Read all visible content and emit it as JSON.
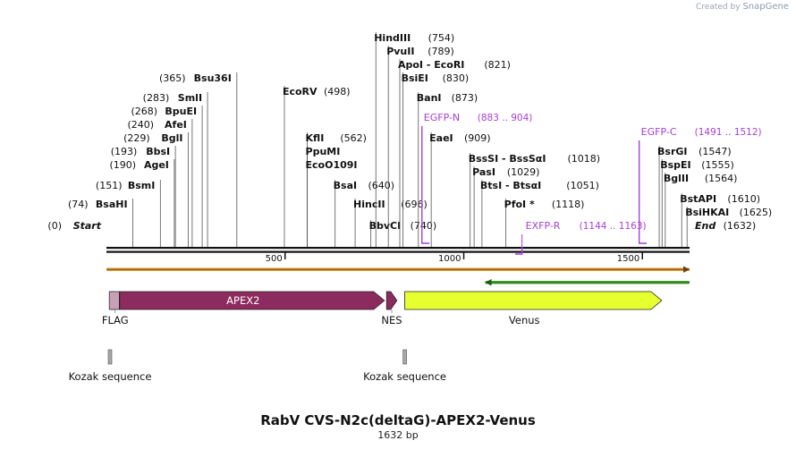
{
  "brand": {
    "prefix": "Created by",
    "name": "SnapGene"
  },
  "title": "RabV CVS-N2c(deltaG)-APEX2-Venus",
  "length_label": "1632 bp",
  "sequence_length": 1632,
  "scale_ticks": [
    "500",
    "1000",
    "1500"
  ],
  "enzymes": [
    {
      "name": "Start",
      "pos": 0,
      "label": "(0)",
      "italic": true
    },
    {
      "name": "BsaHI",
      "pos": 74,
      "label": "(74)"
    },
    {
      "name": "BsmI",
      "pos": 151,
      "label": "(151)"
    },
    {
      "name": "AgeI",
      "pos": 190,
      "label": "(190)"
    },
    {
      "name": "BbsI",
      "pos": 193,
      "label": "(193)"
    },
    {
      "name": "BglI",
      "pos": 229,
      "label": "(229)"
    },
    {
      "name": "AfeI",
      "pos": 240,
      "label": "(240)"
    },
    {
      "name": "BpuEI",
      "pos": 268,
      "label": "(268)"
    },
    {
      "name": "SmlI",
      "pos": 283,
      "label": "(283)"
    },
    {
      "name": "Bsu36I",
      "pos": 365,
      "label": "(365)"
    },
    {
      "name": "EcoRV",
      "pos": 498,
      "label": "(498)"
    },
    {
      "name": "KflI",
      "pos": 562,
      "label": "(562)"
    },
    {
      "name": "PpuMI",
      "pos": 562,
      "label": ""
    },
    {
      "name": "EcoO109I",
      "pos": 562,
      "label": ""
    },
    {
      "name": "BsaI",
      "pos": 640,
      "label": "(640)"
    },
    {
      "name": "HincII",
      "pos": 696,
      "label": "(696)"
    },
    {
      "name": "BbvCI",
      "pos": 740,
      "label": "(740)"
    },
    {
      "name": "HindIII",
      "pos": 754,
      "label": "(754)"
    },
    {
      "name": "PvuII",
      "pos": 789,
      "label": "(789)"
    },
    {
      "name": "ApoI - EcoRI",
      "pos": 821,
      "label": "(821)"
    },
    {
      "name": "BsiEI",
      "pos": 830,
      "label": "(830)"
    },
    {
      "name": "BanI",
      "pos": 873,
      "label": "(873)"
    },
    {
      "name": "EaeI",
      "pos": 909,
      "label": "(909)"
    },
    {
      "name": "BssSI - BssSαI",
      "pos": 1018,
      "label": "(1018)"
    },
    {
      "name": "PasI",
      "pos": 1029,
      "label": "(1029)"
    },
    {
      "name": "BtsI - BtsαI",
      "pos": 1051,
      "label": "(1051)"
    },
    {
      "name": "PfoI *",
      "pos": 1118,
      "label": "(1118)"
    },
    {
      "name": "BsrGI",
      "pos": 1547,
      "label": "(1547)"
    },
    {
      "name": "BspEI",
      "pos": 1555,
      "label": "(1555)"
    },
    {
      "name": "BglII",
      "pos": 1564,
      "label": "(1564)"
    },
    {
      "name": "BstAPI",
      "pos": 1610,
      "label": "(1610)"
    },
    {
      "name": "BsiHKAI",
      "pos": 1625,
      "label": "(1625)"
    },
    {
      "name": "End",
      "pos": 1632,
      "label": "(1632)",
      "italic": true
    }
  ],
  "primers": [
    {
      "name": "EGFP-N",
      "label": "(883 .. 904)",
      "start": 883,
      "end": 904,
      "color": "#a63fd6"
    },
    {
      "name": "EXFP-R",
      "label": "(1144 .. 1163)",
      "start": 1144,
      "end": 1163,
      "color": "#a63fd6"
    },
    {
      "name": "EGFP-C",
      "label": "(1491 .. 1512)",
      "start": 1491,
      "end": 1512,
      "color": "#a63fd6"
    }
  ],
  "features": [
    {
      "name": "FLAG",
      "start": 13,
      "end": 36,
      "color": "#c9a0b8",
      "label_position": "below"
    },
    {
      "name": "APEX2",
      "start": 37,
      "end": 778,
      "color": "#8d2a5e",
      "label_position": "inside"
    },
    {
      "name": "NES",
      "start": 784,
      "end": 813,
      "color": "#8d2a5e",
      "label_position": "below"
    },
    {
      "name": "Venus",
      "start": 835,
      "end": 1554,
      "color": "#e6ff2e",
      "label_position": "below"
    }
  ],
  "misc_features": [
    {
      "name": "Kozak sequence",
      "start": 5,
      "end": 14
    },
    {
      "name": "Kozak sequence",
      "start": 830,
      "end": 839
    }
  ],
  "colors": {
    "backbone": "#111111",
    "orf_forward": "#e69a2e",
    "orf_reverse": "#49a82e",
    "primer": "#a63fd6",
    "kozak": "#a8a8a8"
  }
}
